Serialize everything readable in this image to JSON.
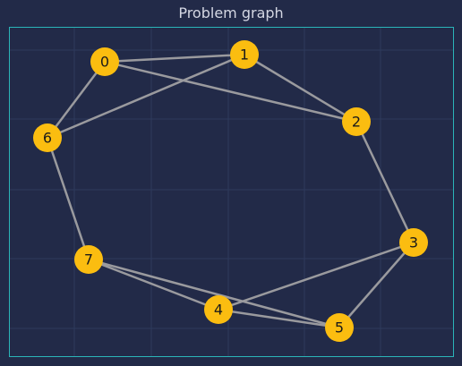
{
  "title": "Problem graph",
  "colors": {
    "background": "#222a48",
    "frame": "#2bb4b8",
    "grid": "#2e3a5c",
    "edge": "#9a9a9e",
    "node": "#fbbd10",
    "label": "#1a1a1a"
  },
  "graph": {
    "nodes": [
      {
        "id": "0",
        "label": "0"
      },
      {
        "id": "1",
        "label": "1"
      },
      {
        "id": "2",
        "label": "2"
      },
      {
        "id": "3",
        "label": "3"
      },
      {
        "id": "4",
        "label": "4"
      },
      {
        "id": "5",
        "label": "5"
      },
      {
        "id": "6",
        "label": "6"
      },
      {
        "id": "7",
        "label": "7"
      }
    ],
    "edges": [
      [
        "0",
        "1"
      ],
      [
        "0",
        "2"
      ],
      [
        "0",
        "6"
      ],
      [
        "1",
        "6"
      ],
      [
        "1",
        "2"
      ],
      [
        "2",
        "3"
      ],
      [
        "3",
        "4"
      ],
      [
        "3",
        "5"
      ],
      [
        "6",
        "7"
      ],
      [
        "7",
        "4"
      ],
      [
        "7",
        "5"
      ],
      [
        "4",
        "5"
      ]
    ]
  }
}
